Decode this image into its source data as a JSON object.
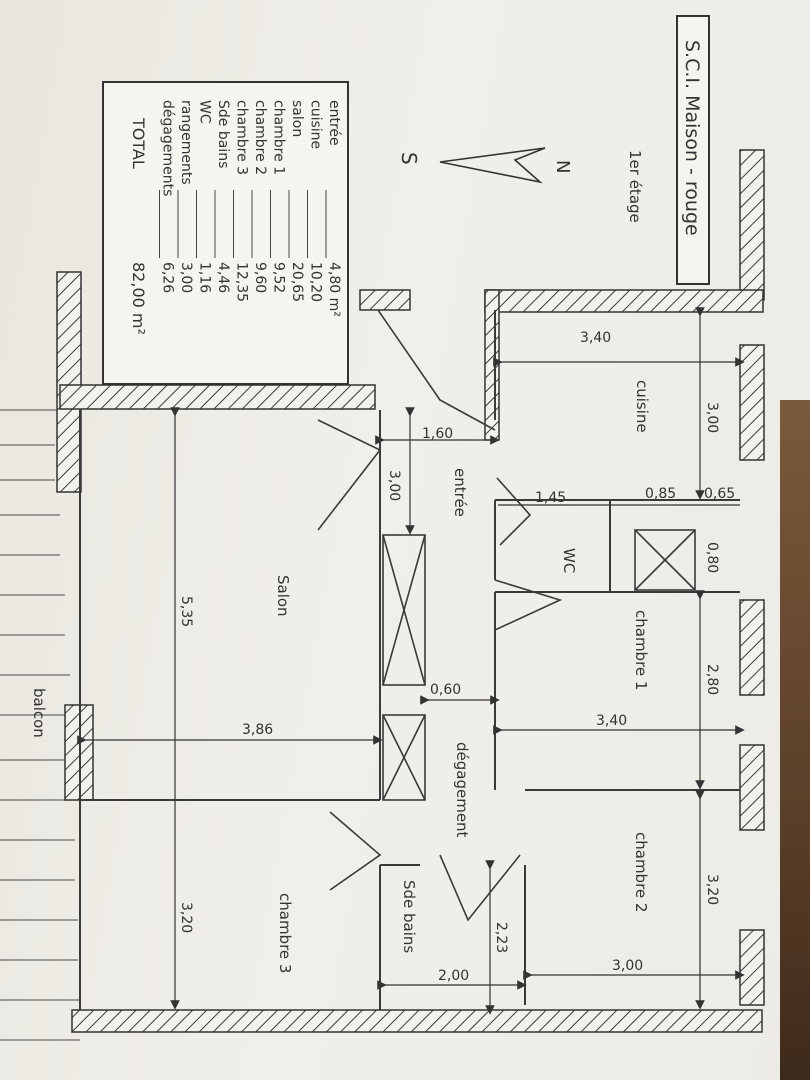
{
  "title": "S.C.I. Maison - rouge",
  "floor": "1er étage",
  "compass": {
    "north": "N",
    "south": "S"
  },
  "legend": {
    "rows": [
      {
        "name": "entrée",
        "value": "4,80 m²"
      },
      {
        "name": "cuisine",
        "value": "10,20"
      },
      {
        "name": "salon",
        "value": "20,65"
      },
      {
        "name": "chambre 1",
        "value": "9,52"
      },
      {
        "name": "chambre 2",
        "value": "9,60"
      },
      {
        "name": "chambre 3",
        "value": "12,35"
      },
      {
        "name": "Sde bains",
        "value": "4,46"
      },
      {
        "name": "WC",
        "value": "1,16"
      },
      {
        "name": "rangements",
        "value": "3,00"
      },
      {
        "name": "dégagements",
        "value": "6,26"
      }
    ],
    "total_label": "TOTAL",
    "total_value": "82,00 m²"
  },
  "rooms": {
    "cuisine": "cuisine",
    "entree": "entrée",
    "wc": "WC",
    "chambre1": "chambre 1",
    "chambre2": "chambre 2",
    "chambre3": "chambre 3",
    "salon": "Salon",
    "degagement": "dégagement",
    "sdb": "Sde bains",
    "balcon": "balcon"
  },
  "dims": {
    "d340a": "3,40",
    "d300a": "3,00",
    "d160": "1,60",
    "d300b": "3,00",
    "d145": "1,45",
    "d085": "0,85",
    "d065": "0,65",
    "d080": "0,80",
    "d280": "2,80",
    "d340b": "3,40",
    "d060": "0,60",
    "d535": "5,35",
    "d386": "3,86",
    "d320a": "3,20",
    "d320b": "3,20",
    "d223": "2,23",
    "d200": "2,00",
    "d300c": "3,00"
  }
}
